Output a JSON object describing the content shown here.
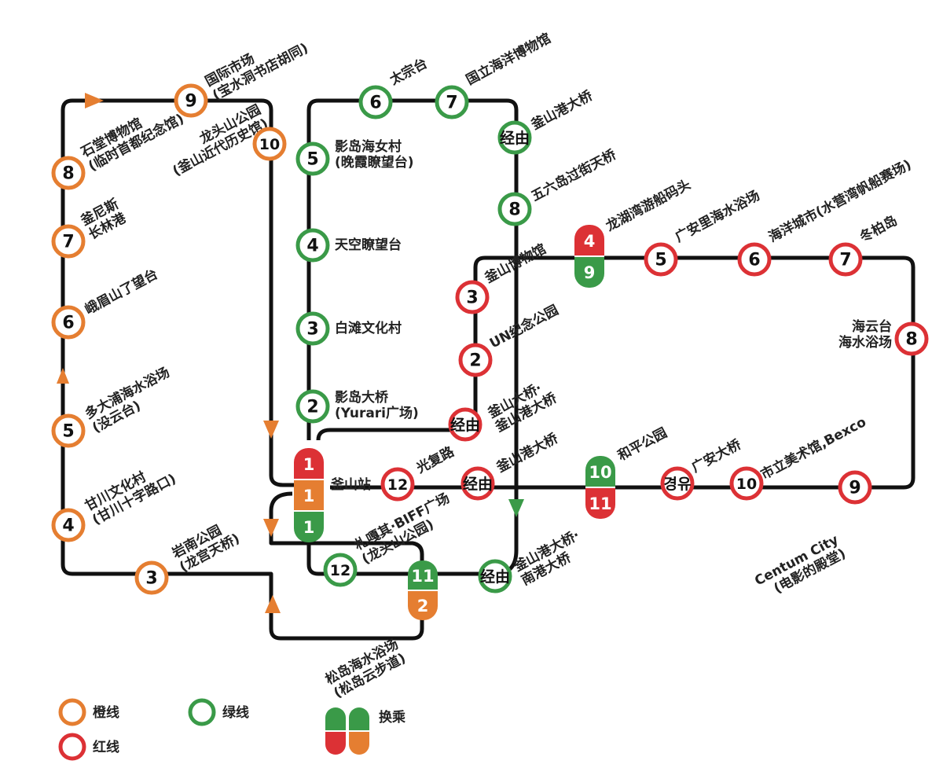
{
  "colors": {
    "orange": "#e57e31",
    "red": "#dc3135",
    "green": "#3a9a48",
    "line": "#111111",
    "text": "#222222"
  },
  "legend": {
    "orange": "橙线",
    "red": "红线",
    "green": "绿线",
    "transfer": "换乘"
  },
  "stations": [
    {
      "id": "o9",
      "line": "orange",
      "label": "9",
      "name": [
        "国际市场",
        "(宝水洞书店胡同)"
      ]
    },
    {
      "id": "o10",
      "line": "orange",
      "label": "10",
      "name": [
        "龙头山公园",
        "(釜山近代历史馆)"
      ]
    },
    {
      "id": "o8",
      "line": "orange",
      "label": "8",
      "name": [
        "石堂博物馆",
        "(临时首都纪念馆)"
      ]
    },
    {
      "id": "o7",
      "line": "orange",
      "label": "7",
      "name": [
        "釜尼斯",
        "长林港"
      ]
    },
    {
      "id": "o6",
      "line": "orange",
      "label": "6",
      "name": [
        "峨眉山了望台"
      ]
    },
    {
      "id": "o5",
      "line": "orange",
      "label": "5",
      "name": [
        "多大浦海水浴场",
        "(没云台)"
      ]
    },
    {
      "id": "o4",
      "line": "orange",
      "label": "4",
      "name": [
        "甘川文化村",
        "(甘川十字路口)"
      ]
    },
    {
      "id": "o3",
      "line": "orange",
      "label": "3",
      "name": [
        "岩南公园",
        "(龙宫天桥)"
      ]
    },
    {
      "id": "g6",
      "line": "green",
      "label": "6",
      "name": [
        "太宗台"
      ]
    },
    {
      "id": "g7",
      "line": "green",
      "label": "7",
      "name": [
        "国立海洋博物馆"
      ]
    },
    {
      "id": "gv1",
      "line": "green",
      "label": "经由",
      "name": [
        "釜山港大桥"
      ]
    },
    {
      "id": "g5",
      "line": "green",
      "label": "5",
      "name": [
        "影岛海女村",
        "(晚霞瞭望台)"
      ]
    },
    {
      "id": "g8",
      "line": "green",
      "label": "8",
      "name": [
        "五六岛过街天桥"
      ]
    },
    {
      "id": "g4",
      "line": "green",
      "label": "4",
      "name": [
        "天空瞭望台"
      ]
    },
    {
      "id": "g3",
      "line": "green",
      "label": "3",
      "name": [
        "白滩文化村"
      ]
    },
    {
      "id": "g2",
      "line": "green",
      "label": "2",
      "name": [
        "影岛大桥",
        "(Yurari广场)"
      ]
    },
    {
      "id": "g12",
      "line": "green",
      "label": "12",
      "name": []
    },
    {
      "id": "gv2",
      "line": "green",
      "label": "经由",
      "name": [
        "釜山港大桥·",
        "南港大桥"
      ]
    },
    {
      "id": "r3",
      "line": "red",
      "label": "3",
      "name": [
        "釜山博物馆"
      ]
    },
    {
      "id": "r2",
      "line": "red",
      "label": "2",
      "name": [
        "UN纪念公园"
      ]
    },
    {
      "id": "rv1",
      "line": "red",
      "label": "经由",
      "name": [
        "釜山大桥·",
        "釜山港大桥"
      ]
    },
    {
      "id": "r12",
      "line": "red",
      "label": "12",
      "name": [
        "光复路"
      ]
    },
    {
      "id": "rv2",
      "line": "red",
      "label": "经由",
      "name": [
        "釜山港大桥"
      ]
    },
    {
      "id": "rk",
      "line": "red",
      "label": "경유",
      "name": [
        "广安大桥"
      ]
    },
    {
      "id": "r10",
      "line": "red",
      "label": "10",
      "name": [
        "市立美术馆,Bexco"
      ]
    },
    {
      "id": "r9",
      "line": "red",
      "label": "9",
      "name": [
        "Centum City",
        "(电影的殿堂)"
      ]
    },
    {
      "id": "r8",
      "line": "red",
      "label": "8",
      "name": [
        "海云台",
        "海水浴场"
      ]
    },
    {
      "id": "r5",
      "line": "red",
      "label": "5",
      "name": [
        "广安里海水浴场"
      ]
    },
    {
      "id": "r6",
      "line": "red",
      "label": "6",
      "name": [
        "海洋城市(水营湾帆船赛场)"
      ]
    },
    {
      "id": "r7",
      "line": "red",
      "label": "7",
      "name": [
        "冬柏岛"
      ]
    }
  ],
  "transfers": [
    {
      "id": "t-busan",
      "segments": [
        {
          "line": "red",
          "label": "1"
        },
        {
          "line": "orange",
          "label": "1"
        },
        {
          "line": "green",
          "label": "1"
        }
      ],
      "name": [
        "釜山站"
      ]
    },
    {
      "id": "t-yongho",
      "segments": [
        {
          "line": "red",
          "label": "4"
        },
        {
          "line": "green",
          "label": "9"
        }
      ],
      "name": [
        "龙湖湾游船码头"
      ]
    },
    {
      "id": "t-peace",
      "segments": [
        {
          "line": "green",
          "label": "10"
        },
        {
          "line": "red",
          "label": "11"
        }
      ],
      "name": [
        "和平公园"
      ]
    },
    {
      "id": "t-songdo",
      "segments": [
        {
          "line": "green",
          "label": "11"
        },
        {
          "line": "orange",
          "label": "2"
        }
      ],
      "name": [
        "松岛海水浴场",
        "(松岛云步道)"
      ]
    }
  ],
  "extra_labels": [
    {
      "id": "jagalchi",
      "text": [
        "札嘎其·BIFF广场",
        "(龙头山公园)"
      ]
    }
  ]
}
